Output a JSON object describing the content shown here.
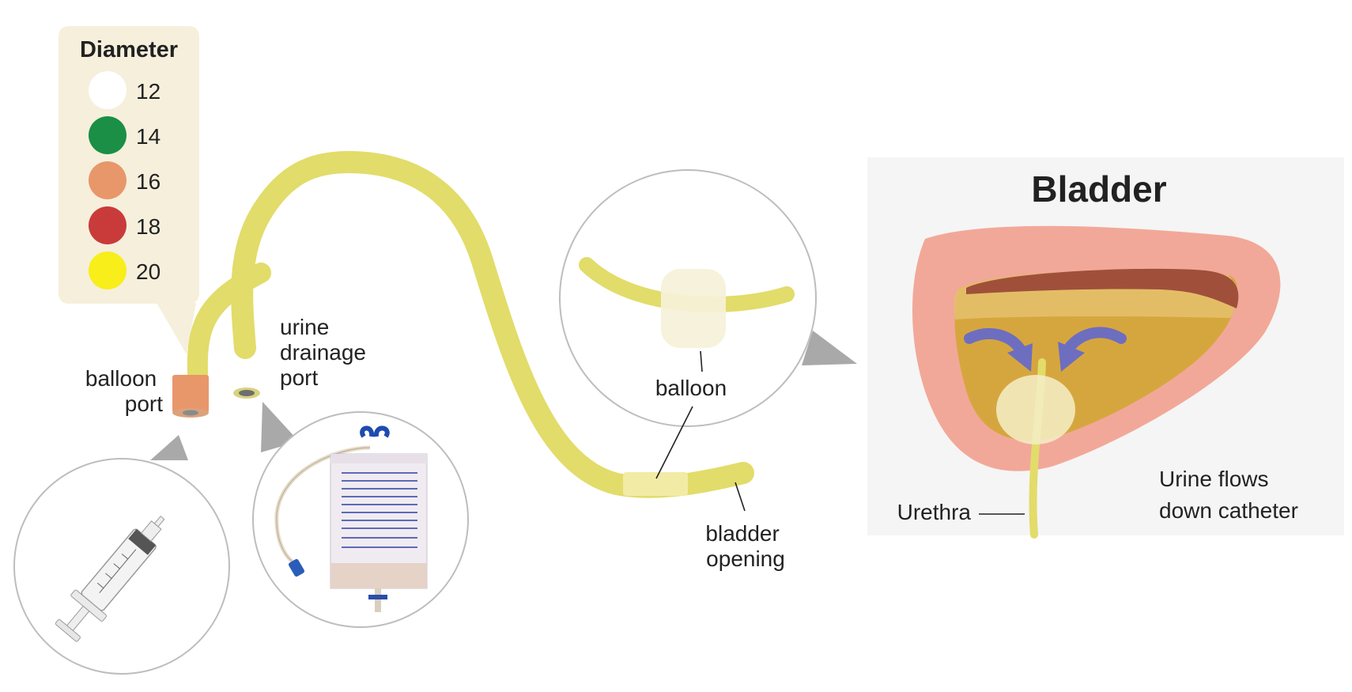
{
  "legend": {
    "title": "Diameter",
    "items": [
      {
        "label": "12",
        "color": "#ffffff"
      },
      {
        "label": "14",
        "color": "#1a8f45"
      },
      {
        "label": "16",
        "color": "#e8976a"
      },
      {
        "label": "18",
        "color": "#c93b3b"
      },
      {
        "label": "20",
        "color": "#f7ee1a"
      }
    ]
  },
  "labels": {
    "balloon_port": [
      "balloon",
      "port"
    ],
    "urine_port": [
      "urine",
      "drainage",
      "port"
    ],
    "balloon": "balloon",
    "bladder_opening": [
      "bladder",
      "opening"
    ],
    "bladder_title": "Bladder",
    "urethra": "Urethra",
    "flow": [
      "Urine flows",
      "down catheter"
    ]
  },
  "colors": {
    "catheter": "#e2dc6a",
    "balloon_port_cap": "#e8976a",
    "legend_bg": "#f6efdc",
    "panel_bg": "#f5f5f5",
    "bladder_wall": "#f2a898",
    "urine": "#d6a63e",
    "arrow": "#6d6ec0",
    "balloon_fill": "#f4f0d2"
  }
}
